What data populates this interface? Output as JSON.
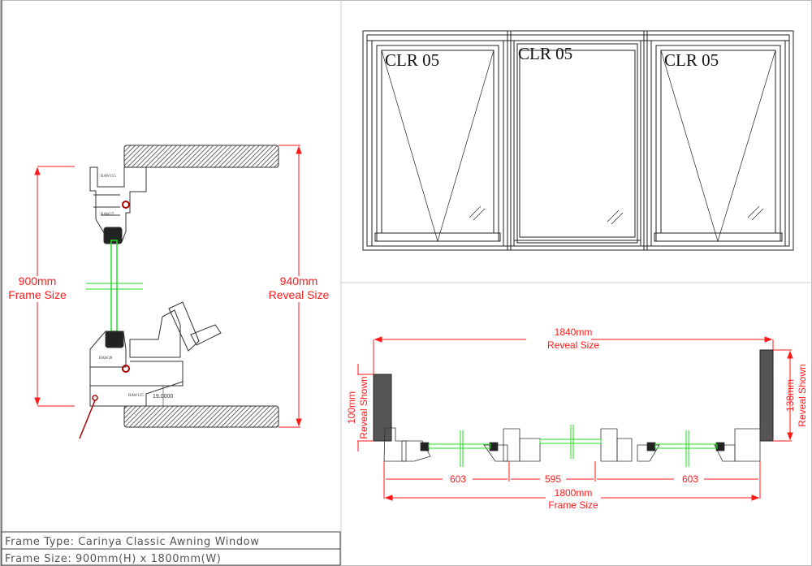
{
  "section_view": {
    "frame_dim": {
      "value": "900mm",
      "label": "Frame Size"
    },
    "reveal_dim": {
      "value": "940mm",
      "label": "Reveal Size"
    },
    "profile_labels": [
      "RAW115",
      "RAW27",
      "RAW28",
      "RAW125"
    ],
    "sill_dimension": "19.0000"
  },
  "elevation": {
    "panes": [
      {
        "label": "CLR 05",
        "type": "awning"
      },
      {
        "label": "CLR 05",
        "type": "fixed"
      },
      {
        "label": "CLR 05",
        "type": "awning"
      }
    ]
  },
  "plan_view": {
    "reveal_width": {
      "value": "1840mm",
      "label": "Reveal Size"
    },
    "left_reveal": {
      "value": "100mm",
      "label": "Reveal Shown"
    },
    "right_reveal": {
      "value": "138mm",
      "label": "Reveal Shown"
    },
    "segments": [
      "603",
      "595",
      "603"
    ],
    "frame_width": {
      "value": "1800mm",
      "label": "Frame Size"
    }
  },
  "title_block": {
    "frame_type": "Frame Type: Carinya Classic Awning Window",
    "frame_size": "Frame Size: 900mm(H) x 1800mm(W)"
  },
  "colors": {
    "dimension": "#ff1a1a",
    "glass": "#22dd22",
    "line": "#222222",
    "hatch": "#555555"
  }
}
